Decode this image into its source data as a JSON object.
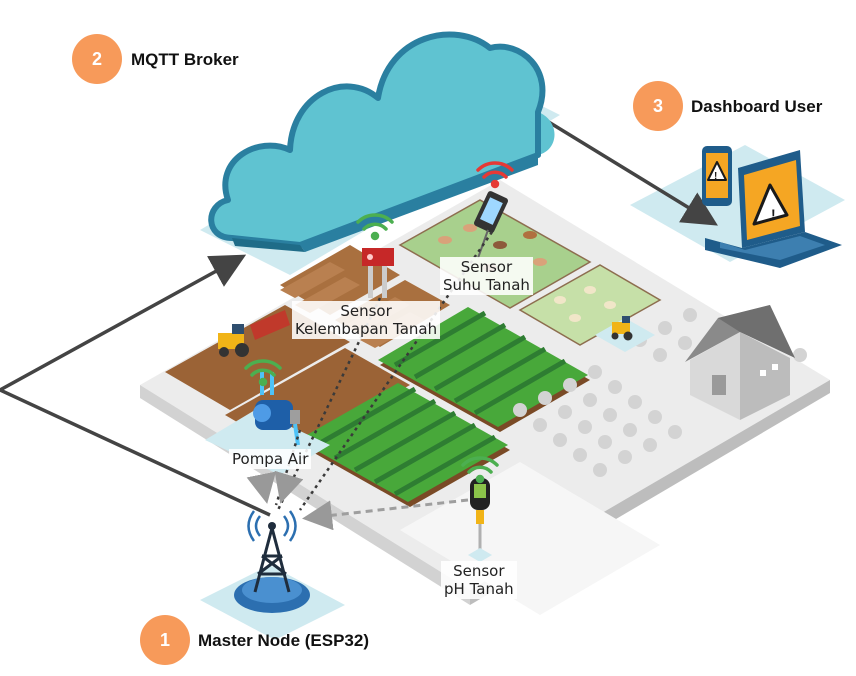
{
  "steps": [
    {
      "number": "1",
      "label": "Master Node (ESP32)"
    },
    {
      "number": "2",
      "label": "MQTT Broker"
    },
    {
      "number": "3",
      "label": "Dashboard User"
    }
  ],
  "sensors": {
    "kelembapan": {
      "line1": "Sensor",
      "line2": "Kelembapan Tanah"
    },
    "suhu": {
      "line1": "Sensor",
      "line2": "Suhu Tanah"
    },
    "ph": {
      "line1": "Sensor",
      "line2": "pH Tanah"
    },
    "pompa": {
      "line1": "Pompa Air"
    }
  },
  "colors": {
    "badge": "#f79a5a",
    "cloud": "#5fc3d1",
    "cloud_shadow": "#2a7fa0",
    "tower": "#2c3e50",
    "wifi_green": "#4caf50",
    "wifi_red": "#e53935",
    "ground": "#e9e9e9",
    "soil": "#a0673d",
    "crop": "#3fa535",
    "arrow": "#444444"
  }
}
